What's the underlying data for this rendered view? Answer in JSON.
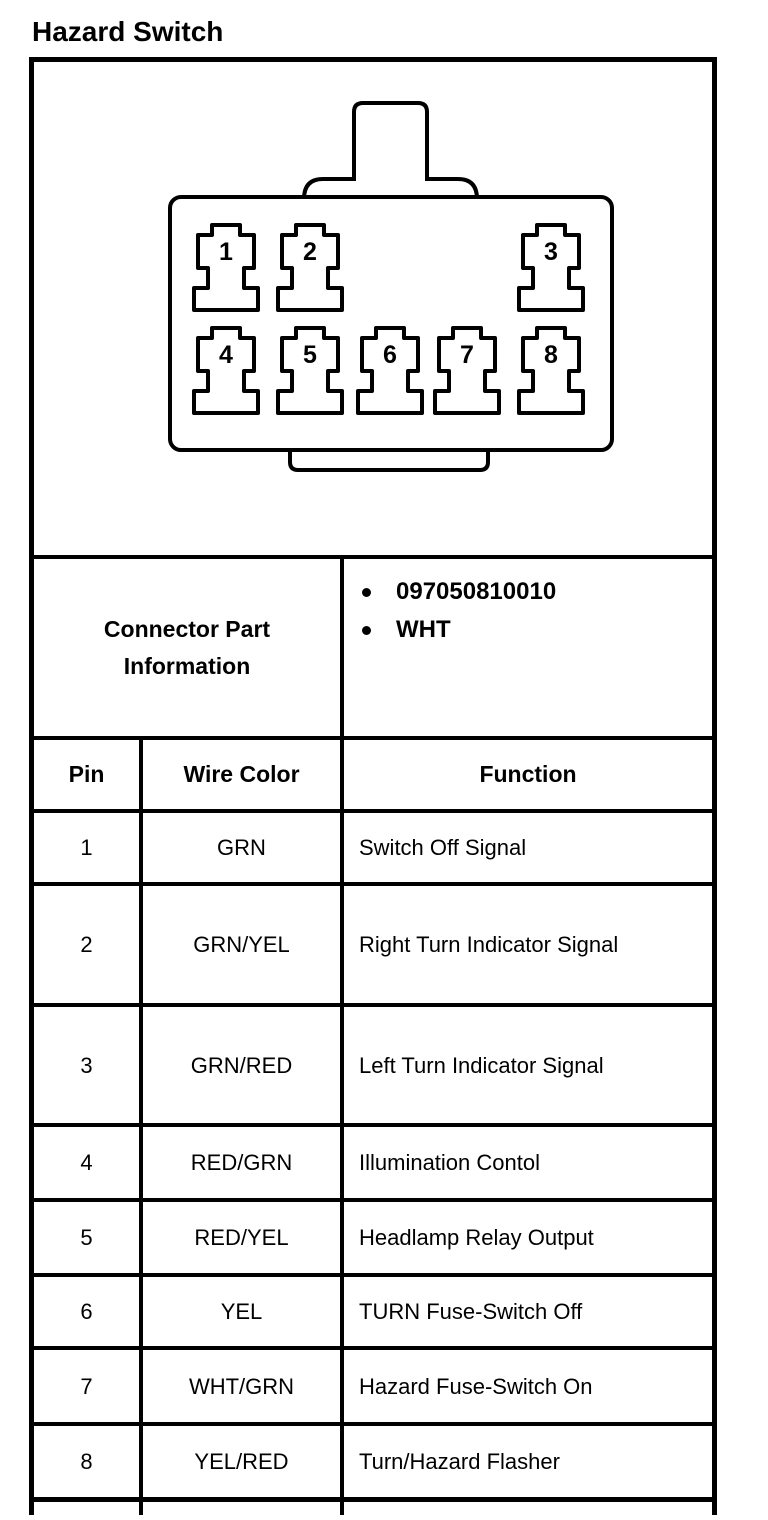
{
  "title": "Hazard Switch",
  "connector_diagram": {
    "description": "8-pin connector face view with latch tab",
    "top_row_pins": [
      "1",
      "2",
      "3"
    ],
    "bottom_row_pins": [
      "4",
      "5",
      "6",
      "7",
      "8"
    ]
  },
  "part_info": {
    "label": "Connector Part Information",
    "bullets": [
      "097050810010",
      "WHT"
    ]
  },
  "pin_table": {
    "headers": [
      "Pin",
      "Wire Color",
      "Function"
    ],
    "rows": [
      {
        "pin": "1",
        "wire_color": "GRN",
        "function": "Switch Off Signal"
      },
      {
        "pin": "2",
        "wire_color": "GRN/YEL",
        "function": "Right Turn Indicator Signal"
      },
      {
        "pin": "3",
        "wire_color": "GRN/RED",
        "function": "Left Turn Indicator Signal"
      },
      {
        "pin": "4",
        "wire_color": "RED/GRN",
        "function": "Illumination Contol"
      },
      {
        "pin": "5",
        "wire_color": "RED/YEL",
        "function": "Headlamp Relay Output"
      },
      {
        "pin": "6",
        "wire_color": "YEL",
        "function": "TURN Fuse-Switch Off"
      },
      {
        "pin": "7",
        "wire_color": "WHT/GRN",
        "function": "Hazard Fuse-Switch On"
      },
      {
        "pin": "8",
        "wire_color": "YEL/RED",
        "function": "Turn/Hazard Flasher"
      }
    ]
  },
  "colors": {
    "ink": "#000000",
    "paper": "#ffffff"
  }
}
